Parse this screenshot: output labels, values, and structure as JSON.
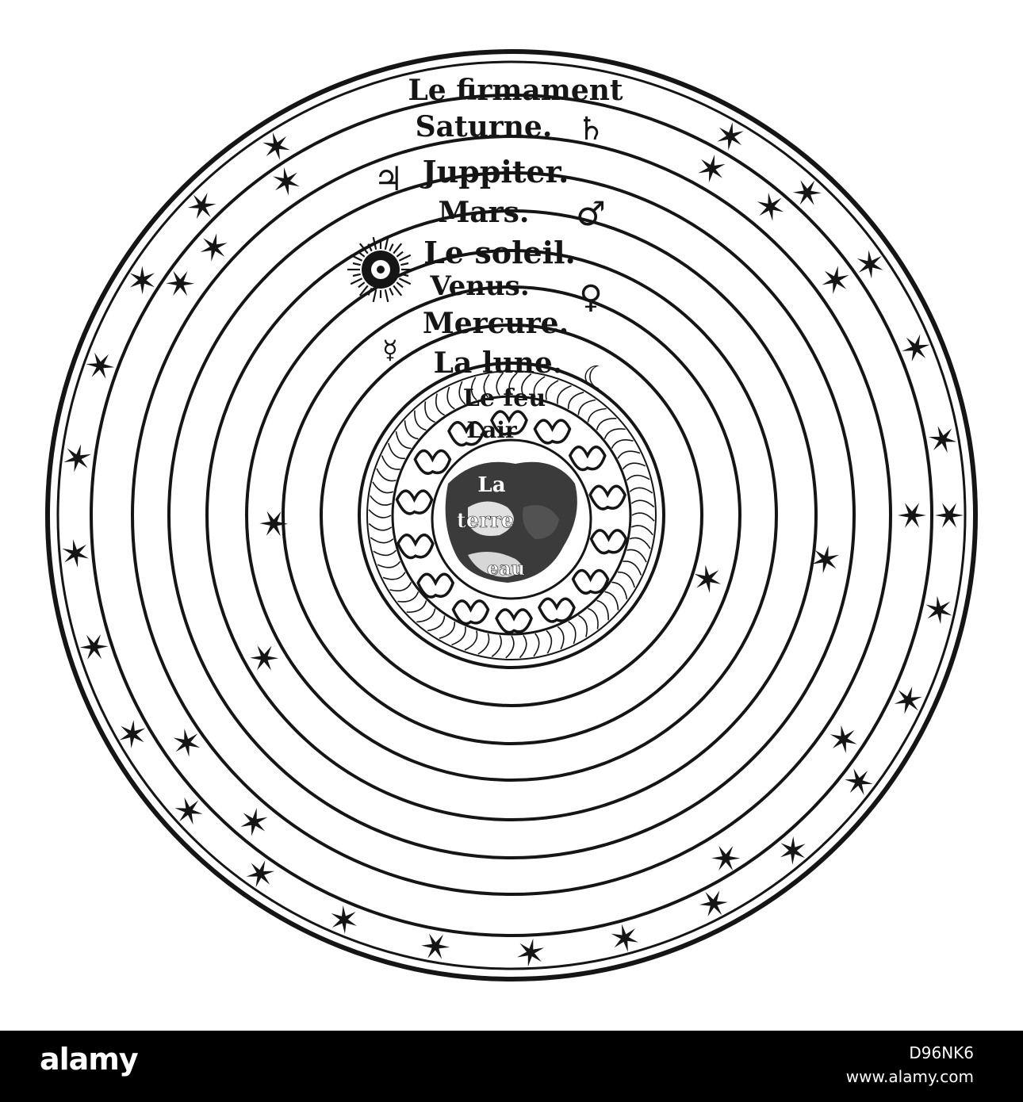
{
  "diagram": {
    "labels": {
      "firmament": "Le firmament",
      "saturn": "Saturne.",
      "jupiter": "Juppiter.",
      "mars": "Mars.",
      "sun": "Le soleil.",
      "venus": "Venus.",
      "mercury": "Mercure.",
      "moon": "La lune.",
      "fire": "Le feu",
      "air": "Lair",
      "earth_a": "La",
      "earth_b": "terre",
      "water": "eau"
    },
    "symbols": {
      "saturn": "♄",
      "jupiter": "♃",
      "mars": "♂",
      "venus": "♀",
      "mercury": "☿",
      "moon": "☾"
    },
    "colors": {
      "ink": "#151515",
      "paper": "#ffffff",
      "footer": "#000000"
    }
  },
  "footer": {
    "brand": "alamy",
    "image_id": "D96NK6",
    "url": "www.alamy.com"
  }
}
